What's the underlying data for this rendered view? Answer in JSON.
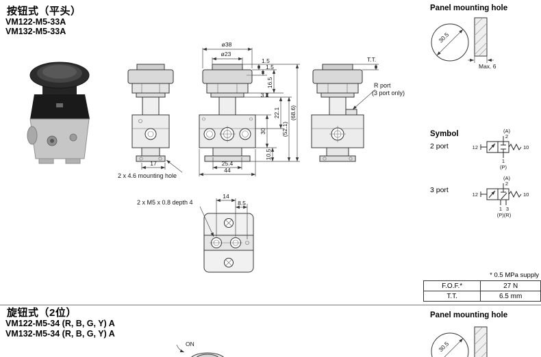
{
  "section_push": {
    "title": "按钮式（平头）",
    "models": [
      "VM122-M5-33A",
      "VM132-M5-33A"
    ]
  },
  "dims_front": {
    "dia_outer": "ø38",
    "dia_inner": "ø23",
    "step_a": "1.5",
    "step_b": "1.5",
    "cap_height": "16.5",
    "panel_gap": "3",
    "upper_body": "22.1",
    "panel_to_bottom": "(52.1)",
    "total_height": "(68.6)",
    "body_height": "30",
    "base_height": "10.5",
    "foot_width": "25.4",
    "body_width": "44"
  },
  "dims_side": {
    "foot_depth": "17",
    "mounting_note": "2 x 4.6 mounting hole"
  },
  "dims_right": {
    "travel": "T.T.",
    "r_port_line1": "R port",
    "r_port_line2": "(3 port only)"
  },
  "dims_bottom": {
    "port_pitch": "14",
    "edge_offset": "8.5",
    "thread_note": "2 x M5 x 0.8 depth 4"
  },
  "panel_hole_top": {
    "title": "Panel mounting hole",
    "dia": "30.5",
    "max_thickness": "Max. 6"
  },
  "symbols": {
    "title": "Symbol",
    "two_port": {
      "label": "2 port",
      "a": "(A)",
      "p2": "2",
      "p12": "12",
      "p10": "10",
      "p1": "1",
      "p": "(P)"
    },
    "three_port": {
      "label": "3 port",
      "a": "(A)",
      "p2": "2",
      "p12": "12",
      "p10": "10",
      "p1": "1",
      "p3": "3",
      "pr": "(P)(R)"
    }
  },
  "spec_table": {
    "note": "* 0.5 MPa supply",
    "rows": [
      {
        "label": "F.O.F.*",
        "value": "27 N"
      },
      {
        "label": "T.T.",
        "value": "6.5 mm"
      }
    ]
  },
  "section_knob": {
    "title": "旋钮式（2位）",
    "models": [
      "VM122-M5-34 (R, B, G, Y) A",
      "VM132-M5-34 (R, B, G, Y) A"
    ],
    "on_label": "ON"
  },
  "panel_hole_bottom": {
    "title": "Panel mounting hole",
    "dia": "30.5"
  }
}
